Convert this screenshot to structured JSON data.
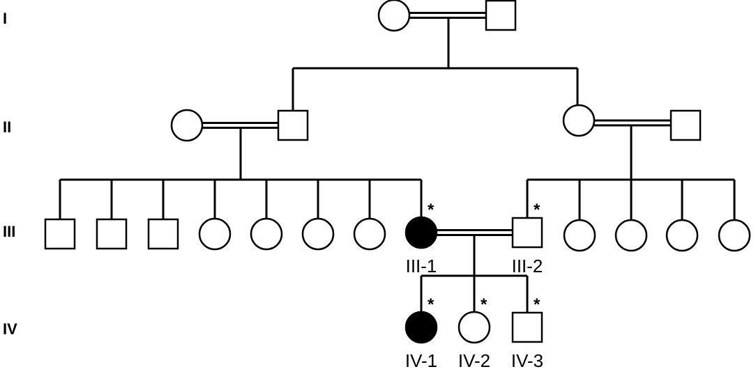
{
  "generations": [
    "I",
    "II",
    "III",
    "IV"
  ],
  "individuals": [
    {
      "id": "I-f",
      "gen": 0,
      "sex": "female",
      "affected": false
    },
    {
      "id": "I-m",
      "gen": 0,
      "sex": "male",
      "affected": false
    },
    {
      "id": "II-a-f",
      "gen": 1,
      "sex": "female",
      "affected": false
    },
    {
      "id": "II-a-m",
      "gen": 1,
      "sex": "male",
      "affected": false
    },
    {
      "id": "II-b-f",
      "gen": 1,
      "sex": "female",
      "affected": false
    },
    {
      "id": "II-b-m",
      "gen": 1,
      "sex": "male",
      "affected": false
    },
    {
      "id": "III-s1",
      "gen": 2,
      "sex": "male",
      "affected": false
    },
    {
      "id": "III-s2",
      "gen": 2,
      "sex": "male",
      "affected": false
    },
    {
      "id": "III-s3",
      "gen": 2,
      "sex": "male",
      "affected": false
    },
    {
      "id": "III-s4",
      "gen": 2,
      "sex": "female",
      "affected": false
    },
    {
      "id": "III-s5",
      "gen": 2,
      "sex": "female",
      "affected": false
    },
    {
      "id": "III-s6",
      "gen": 2,
      "sex": "female",
      "affected": false
    },
    {
      "id": "III-s7",
      "gen": 2,
      "sex": "female",
      "affected": false
    },
    {
      "id": "III-1",
      "gen": 2,
      "sex": "female",
      "affected": true,
      "tested": true,
      "label": "III-1"
    },
    {
      "id": "III-2",
      "gen": 2,
      "sex": "male",
      "affected": false,
      "tested": true,
      "label": "III-2"
    },
    {
      "id": "III-c1",
      "gen": 2,
      "sex": "female",
      "affected": false
    },
    {
      "id": "III-c2",
      "gen": 2,
      "sex": "female",
      "affected": false
    },
    {
      "id": "III-c3",
      "gen": 2,
      "sex": "female",
      "affected": false
    },
    {
      "id": "III-c4",
      "gen": 2,
      "sex": "female",
      "affected": false
    },
    {
      "id": "IV-1",
      "gen": 3,
      "sex": "female",
      "affected": true,
      "tested": true,
      "label": "IV-1"
    },
    {
      "id": "IV-2",
      "gen": 3,
      "sex": "female",
      "affected": false,
      "tested": true,
      "label": "IV-2"
    },
    {
      "id": "IV-3",
      "gen": 3,
      "sex": "male",
      "affected": false,
      "tested": true,
      "label": "IV-3"
    }
  ],
  "matings": [
    {
      "partners": [
        "I-f",
        "I-m"
      ],
      "consanguineous": true
    },
    {
      "partners": [
        "II-a-f",
        "II-a-m"
      ],
      "consanguineous": true
    },
    {
      "partners": [
        "II-b-f",
        "II-b-m"
      ],
      "consanguineous": true
    },
    {
      "partners": [
        "III-1",
        "III-2"
      ],
      "consanguineous": true
    }
  ],
  "tested_marker": "*",
  "colors": {
    "affected_fill": "#000000",
    "unaffected_fill": "#ffffff",
    "stroke": "#000000"
  }
}
